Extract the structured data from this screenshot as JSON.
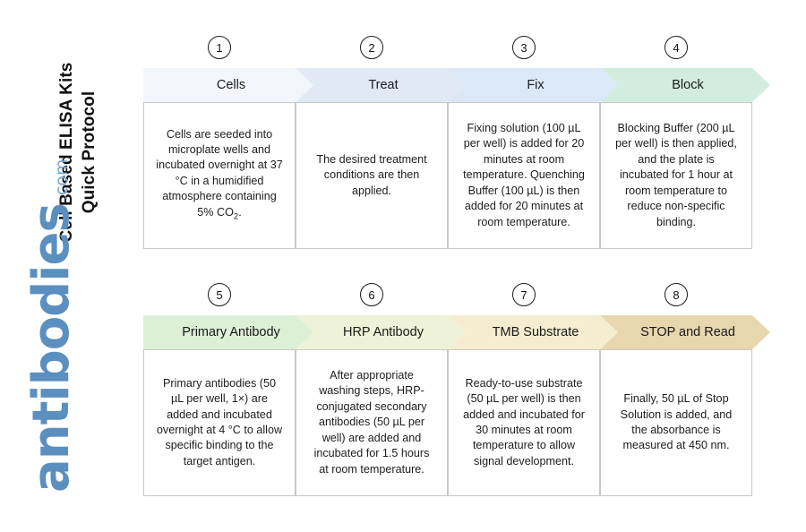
{
  "title": {
    "line1": "Cell Based ELISA Kits",
    "line2": "Quick Protocol"
  },
  "brand": {
    "word": "antibodies",
    "tld": ".com",
    "color": "#5b8fc0"
  },
  "rows": [
    {
      "steps": [
        {
          "number": "1",
          "label": "Cells",
          "fill": "#f2f6fc",
          "stroke": "#9ab4d4",
          "body": "Cells are seeded into microplate wells and incubated overnight at 37 °C in a humidified atmosphere containing 5% CO₂."
        },
        {
          "number": "2",
          "label": "Treat",
          "fill": "#e1e8f6",
          "stroke": "#6f8fc0",
          "body": "The desired treatment conditions are then applied."
        },
        {
          "number": "3",
          "label": "Fix",
          "fill": "#dbe8f8",
          "stroke": "#6f93c4",
          "body": "Fixing solution (100 µL per well) is added for 20 minutes at room temperature. Quenching Buffer (100 µL) is then added for 20 minutes at room temperature."
        },
        {
          "number": "4",
          "label": "Block",
          "fill": "#d2ecdf",
          "stroke": "#4a6b66",
          "body": "Blocking Buffer (200 µL per well) is then applied, and the plate is incubated for 1 hour at room temperature to reduce non-specific binding."
        }
      ]
    },
    {
      "steps": [
        {
          "number": "5",
          "label": "Primary Antibody",
          "fill": "#dcf0d6",
          "stroke": "#4e7c36",
          "body": "Primary antibodies (50 µL per well, 1×) are added and incubated overnight at 4 °C to allow specific binding to the target antigen."
        },
        {
          "number": "6",
          "label": "HRP Antibody",
          "fill": "#eef3d8",
          "stroke": "#8a8c3d",
          "body": "After appropriate washing steps, HRP-conjugated secondary antibodies (50 µL per well) are added and incubated for 1.5 hours at room temperature."
        },
        {
          "number": "7",
          "label": "TMB Substrate",
          "fill": "#f4edcf",
          "stroke": "#a08a48",
          "body": "Ready-to-use substrate (50 µL per well) is then added and incubated for 30 minutes at room temperature to allow signal development."
        },
        {
          "number": "8",
          "label": "STOP and Read",
          "fill": "#e8d6ae",
          "stroke": "#a8863f",
          "body": "Finally, 50 µL of Stop Solution is added, and the absorbance is measured at 450 nm."
        }
      ]
    }
  ]
}
